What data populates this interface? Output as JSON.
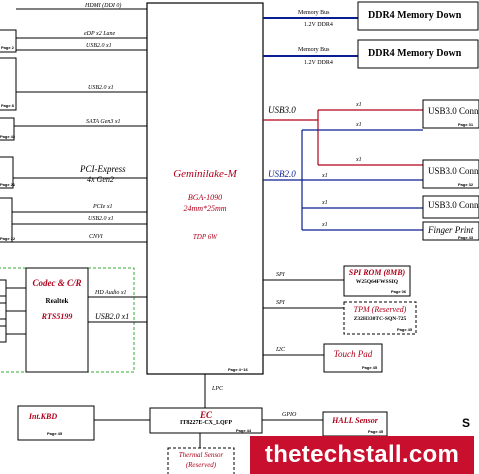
{
  "left_signals": {
    "hdmi": "HDMI (DDI 0)",
    "edp": "eDP x2 Lane",
    "usb_a": "USB2.0 x1",
    "usb_b": "USB2.0 x1",
    "sata": "SATA Gen3 x1",
    "pcie_title": "PCI-Express",
    "pcie_sub": "4x Gen2",
    "pcie_x1": "PCIe x1",
    "usb_c": "USB2.0 x1",
    "cnvi": "CNVI",
    "hd_audio": "HD Audio x1",
    "usb_audio": "USB2.0 x1"
  },
  "left_pages": {
    "p1": "Page 2",
    "p2": "Page 8",
    "p3": "Page 42",
    "p4": "Page 21",
    "p5": "Page 32"
  },
  "cpu": {
    "name": "Geminilake-M",
    "package": "BGA-1090",
    "size": "24mm*25mm",
    "tdp": "TDP 6W",
    "page": "Page 4~16"
  },
  "memory": {
    "bus1": "Memory Bus",
    "type1": "1.2V  DDR4",
    "bus2": "Memory Bus",
    "type2": "1.2V  DDR4",
    "box1": "DDR4 Memory Down",
    "box2": "DDR4 Memory Down"
  },
  "usb3": {
    "label": "USB3.0",
    "x1a": "x1",
    "x1b": "x1",
    "box": "USB3.0 Conn",
    "page": "Page 31"
  },
  "usb2": {
    "label": "USB2.0",
    "x1a": "x1",
    "x1b": "x1",
    "x1c": "x1",
    "x1d": "x1",
    "box1": "USB3.0 Conn",
    "box2": "USB3.0 Conn",
    "box3": "Finger Print",
    "page1": "Page 32",
    "page2": "Page 43"
  },
  "spi": {
    "label1": "SPI",
    "label2": "SPI",
    "rom_title": "SPI ROM (8MB)",
    "rom_part": "W25Q64FWSSIQ",
    "rom_page": "Page 06",
    "tpm_title": "TPM  (Reserved)",
    "tpm_part": "Z32H330TC-SQN-725",
    "tpm_page": "Page 45"
  },
  "i2c": {
    "label": "I2C",
    "box": "Touch Pad",
    "page": "Page 45"
  },
  "codec": {
    "title": "Codec & C/R",
    "vendor": "Realtek",
    "part": "RTS5199"
  },
  "bottom": {
    "lpc": "LPC",
    "ec_title": "EC",
    "ec_part": "IT8227E-CX_LQFP",
    "ec_page": "Page 44",
    "gpio": "GPIO",
    "hall": "HALL Sensor",
    "hall_page": "Page 45",
    "thermal_title": "Thermal Sensor",
    "thermal_sub": "(Reserved)",
    "kbd": "Int.KBD",
    "kbd_page": "Page 45",
    "edge_letter": "S"
  },
  "watermark": "thetechstall.com",
  "colors": {
    "line": "#000000",
    "blue": "#0a1f8f",
    "red": "#b0001a",
    "green": "#33aa33",
    "watermark_bg": "#c8102e"
  }
}
